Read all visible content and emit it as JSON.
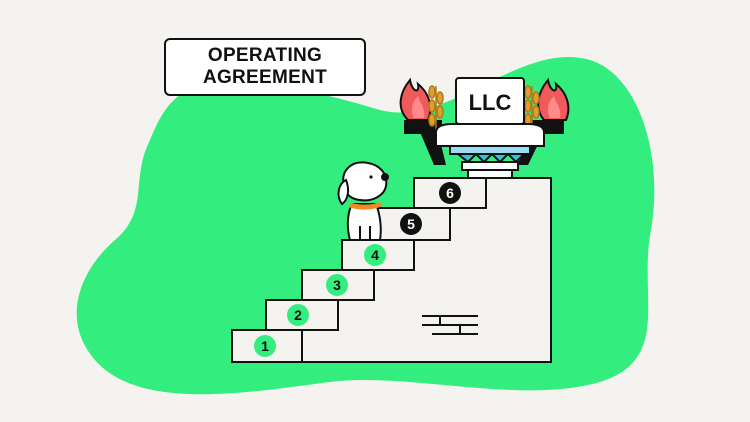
{
  "label": {
    "line1": "OPERATING",
    "line2": "AGREEMENT"
  },
  "pedestal": {
    "text": "LLC"
  },
  "steps": [
    "1",
    "2",
    "3",
    "4",
    "5",
    "6"
  ],
  "colors": {
    "background": "#f5f3f0",
    "blob": "#33ee7e",
    "flame": "#f05a5a",
    "wheat": "#e0a030",
    "dog_collar": "#f08a24",
    "ink": "#111111"
  },
  "icons": [
    "dog-icon",
    "torch-icon",
    "wheat-icon",
    "pedestal-icon",
    "brick-icon"
  ]
}
